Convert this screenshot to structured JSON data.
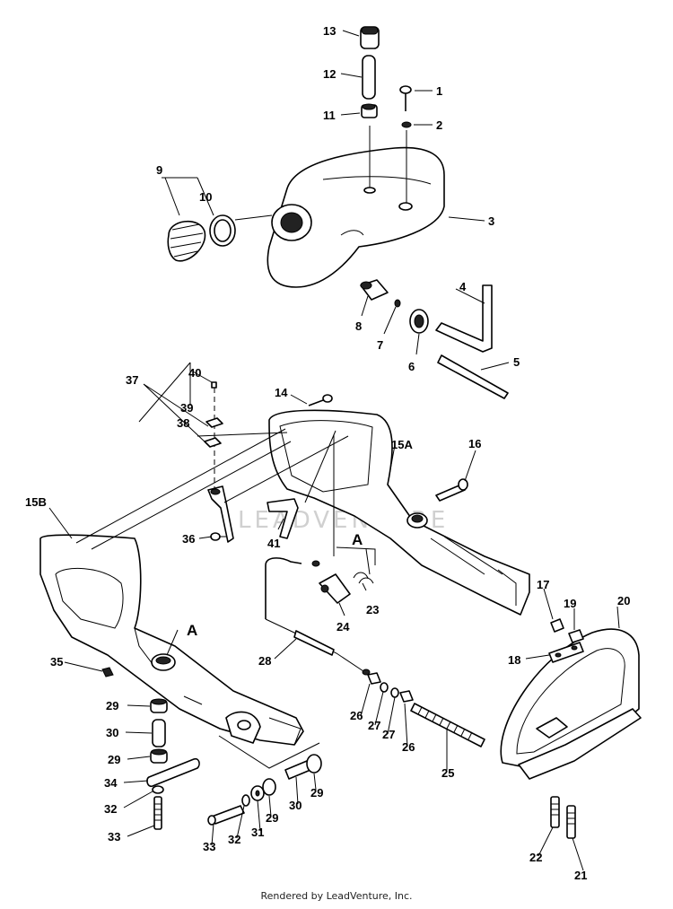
{
  "watermark": "LEADVENTURE",
  "footer": "Rendered by LeadVenture, Inc.",
  "callouts": [
    {
      "id": "13",
      "label": "13"
    },
    {
      "id": "12",
      "label": "12"
    },
    {
      "id": "1",
      "label": "1"
    },
    {
      "id": "11",
      "label": "11"
    },
    {
      "id": "2",
      "label": "2"
    },
    {
      "id": "9",
      "label": "9"
    },
    {
      "id": "10",
      "label": "10"
    },
    {
      "id": "3",
      "label": "3"
    },
    {
      "id": "4",
      "label": "4"
    },
    {
      "id": "8",
      "label": "8"
    },
    {
      "id": "7",
      "label": "7"
    },
    {
      "id": "6",
      "label": "6"
    },
    {
      "id": "5",
      "label": "5"
    },
    {
      "id": "40",
      "label": "40"
    },
    {
      "id": "37",
      "label": "37"
    },
    {
      "id": "39",
      "label": "39"
    },
    {
      "id": "38",
      "label": "38"
    },
    {
      "id": "14",
      "label": "14"
    },
    {
      "id": "15A",
      "label": "15A"
    },
    {
      "id": "16",
      "label": "16"
    },
    {
      "id": "15B",
      "label": "15B"
    },
    {
      "id": "36",
      "label": "36"
    },
    {
      "id": "41",
      "label": "41"
    },
    {
      "id": "A1",
      "label": "A"
    },
    {
      "id": "23",
      "label": "23"
    },
    {
      "id": "24",
      "label": "24"
    },
    {
      "id": "17",
      "label": "17"
    },
    {
      "id": "19",
      "label": "19"
    },
    {
      "id": "20",
      "label": "20"
    },
    {
      "id": "A2",
      "label": "A"
    },
    {
      "id": "35",
      "label": "35"
    },
    {
      "id": "28",
      "label": "28"
    },
    {
      "id": "18",
      "label": "18"
    },
    {
      "id": "29a",
      "label": "29"
    },
    {
      "id": "26a",
      "label": "26"
    },
    {
      "id": "27a",
      "label": "27"
    },
    {
      "id": "27b",
      "label": "27"
    },
    {
      "id": "26b",
      "label": "26"
    },
    {
      "id": "30a",
      "label": "30"
    },
    {
      "id": "25",
      "label": "25"
    },
    {
      "id": "29b",
      "label": "29"
    },
    {
      "id": "34",
      "label": "34"
    },
    {
      "id": "29c",
      "label": "29"
    },
    {
      "id": "30b",
      "label": "30"
    },
    {
      "id": "32a",
      "label": "32"
    },
    {
      "id": "29d",
      "label": "29"
    },
    {
      "id": "33a",
      "label": "33"
    },
    {
      "id": "33b",
      "label": "33"
    },
    {
      "id": "32b",
      "label": "32"
    },
    {
      "id": "31",
      "label": "31"
    },
    {
      "id": "22",
      "label": "22"
    },
    {
      "id": "21",
      "label": "21"
    }
  ]
}
